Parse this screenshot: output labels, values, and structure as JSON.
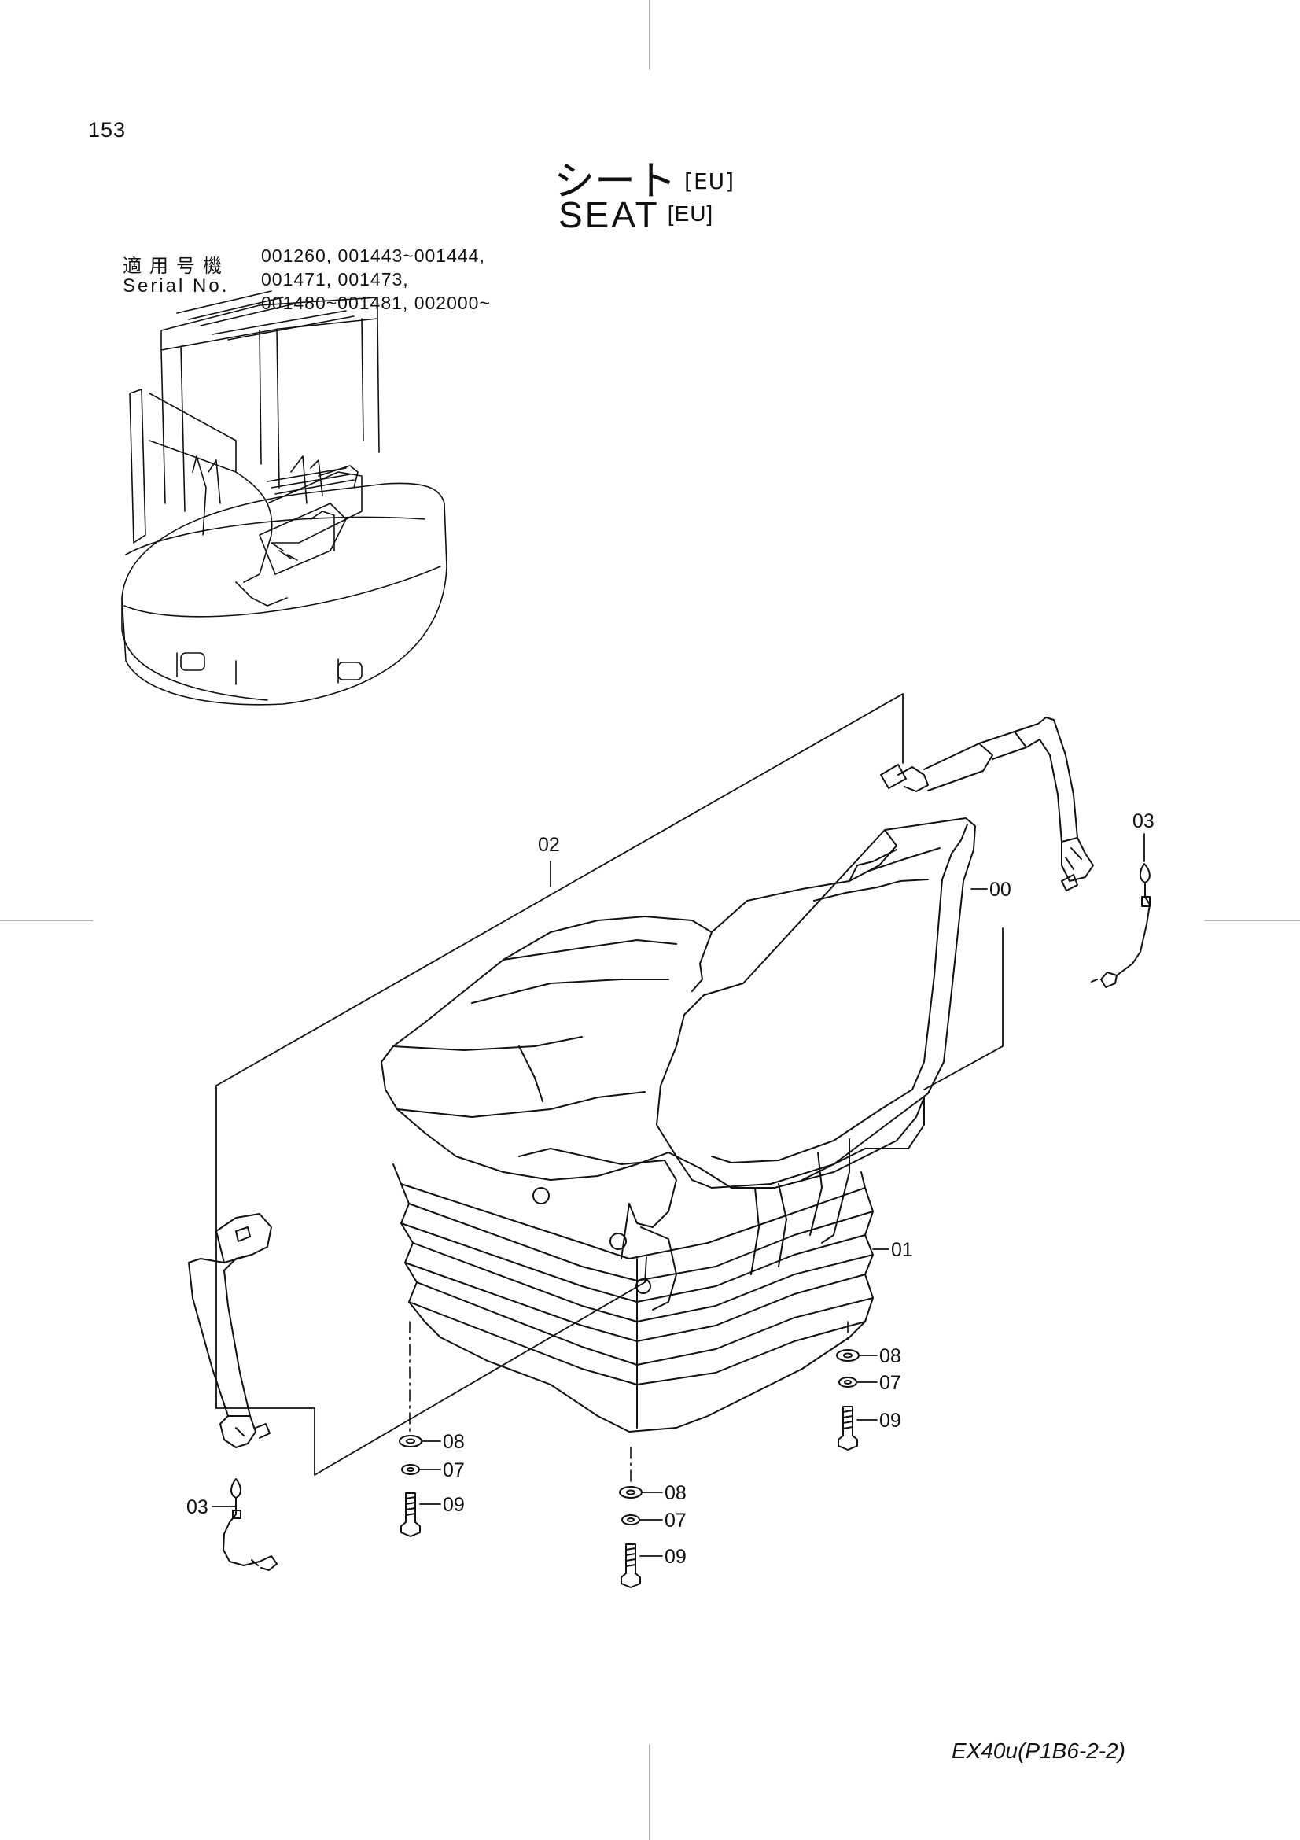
{
  "page_number": "153",
  "title": {
    "jp": "シート",
    "en": "SEAT",
    "region": "[EU]"
  },
  "serial": {
    "label_jp": "適用号機",
    "label_en": "Serial No.",
    "values": [
      "001260, 001443~001444,",
      "001471, 001473,",
      "001480~001481, 002000~"
    ]
  },
  "callouts": {
    "seat": "00",
    "suspension": "01",
    "seat_belt": "02",
    "belt_wire_right": "03",
    "belt_wire_left": "03",
    "washer_a_1": "08",
    "lock_washer_a_1": "07",
    "bolt_a_1": "09",
    "washer_a_2": "08",
    "lock_washer_a_2": "07",
    "bolt_a_2": "09",
    "washer_a_3": "08",
    "lock_washer_a_3": "07",
    "bolt_a_3": "09"
  },
  "footer": {
    "model": "EX40u(P1B6-2-2)"
  }
}
